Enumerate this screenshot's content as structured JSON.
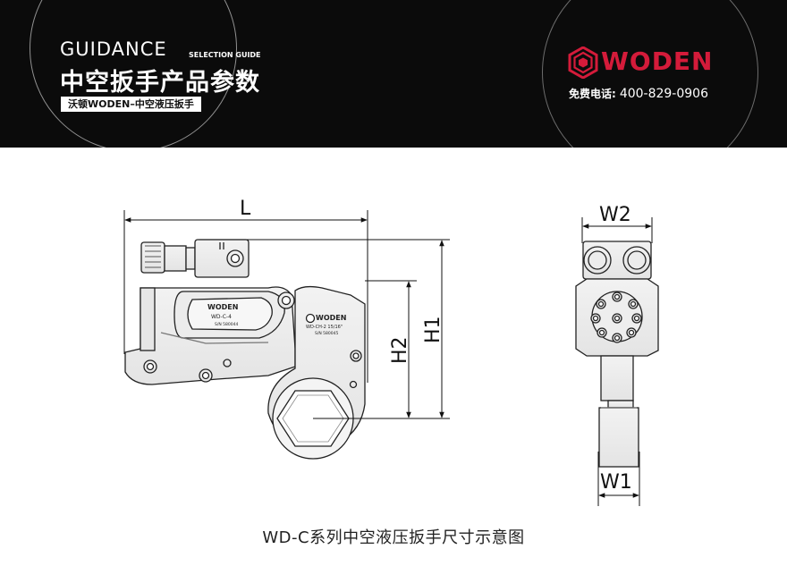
{
  "header": {
    "guide_title": "GUIDANCE",
    "guide_subtitle": "SELECTION GUIDE",
    "title": "中空扳手产品参数",
    "tagline": "沃顿WODEN–中空液压扳手",
    "brand": "WODEN",
    "phone_label": "免费电话:",
    "phone_number": "400-829-0906",
    "brand_color": "#d41b3a",
    "background_color": "#0b0b0b"
  },
  "side_view": {
    "dim_length": "L",
    "dim_height_total": "H1",
    "dim_height_center": "H2",
    "housing_model": "WD-C-4",
    "housing_sn": "S/N  580044",
    "link_model": "WD-CH-2 15/16\"",
    "link_sn": "S/N  580045",
    "housing_brand": "WODEN",
    "link_brand": "WODEN"
  },
  "end_view": {
    "dim_width_top": "W2",
    "dim_width_bottom": "W1"
  },
  "caption": "WD-C系列中空液压扳手尺寸示意图"
}
